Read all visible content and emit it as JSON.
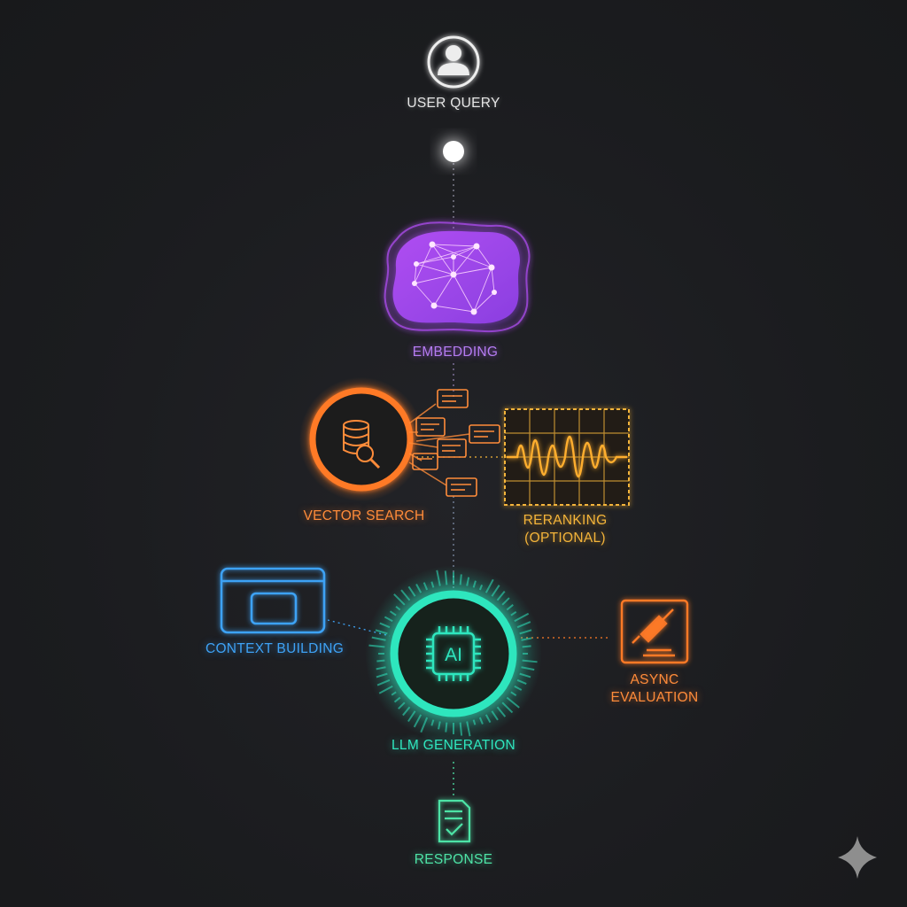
{
  "nodes": {
    "user_query": {
      "label": "USER QUERY",
      "icon": "user-icon",
      "color": "#e6e6e6"
    },
    "embedding": {
      "label": "EMBEDDING",
      "icon": "neural-network-icon",
      "color": "#b57cf2"
    },
    "vector_search": {
      "label": "VECTOR SEARCH",
      "icon": "database-search-icon",
      "color": "#ff8c3a"
    },
    "reranking": {
      "label_line1": "RERANKING",
      "label_line2": "(OPTIONAL)",
      "icon": "waveform-grid-icon",
      "color": "#f4b43a"
    },
    "context_building": {
      "label": "CONTEXT BUILDING",
      "icon": "folder-icon",
      "color": "#3ea2f5"
    },
    "llm_generation": {
      "label": "LLM GENERATION",
      "chip_text": "AI",
      "icon": "ai-chip-icon",
      "color": "#2fe6be"
    },
    "async_evaluation": {
      "label_line1": "ASYNC",
      "label_line2": "EVALUATION",
      "icon": "gavel-icon",
      "color": "#ff8c3a"
    },
    "response": {
      "label": "RESPONSE",
      "icon": "document-check-icon",
      "color": "#4ee3a6"
    }
  },
  "decorations": {
    "watermark": "sparkle-icon"
  }
}
